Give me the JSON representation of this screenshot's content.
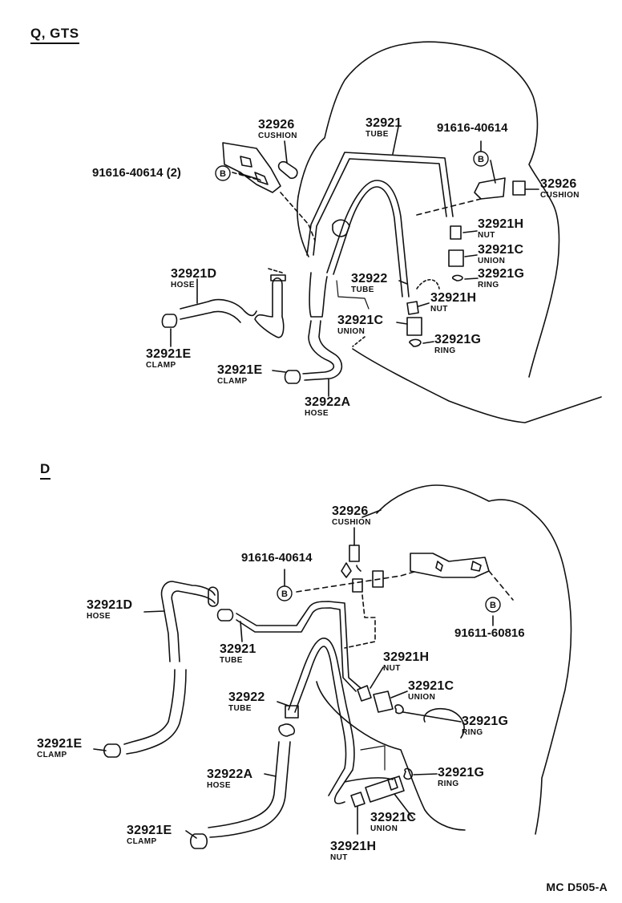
{
  "sections": {
    "top": "Q, GTS",
    "bottom": "D"
  },
  "labels_top": {
    "cushion_a": {
      "num": "32926",
      "name": "CUSHION"
    },
    "bolt_left": "91616-40614 (2)",
    "tube_32921": {
      "num": "32921",
      "name": "TUBE"
    },
    "bolt_right": "91616-40614",
    "cushion_b": {
      "num": "32926",
      "name": "CUSHION"
    },
    "nut_a": {
      "num": "32921H",
      "name": "NUT"
    },
    "union_a": {
      "num": "32921C",
      "name": "UNION"
    },
    "ring_a": {
      "num": "32921G",
      "name": "RING"
    },
    "tube_32922": {
      "num": "32922",
      "name": "TUBE"
    },
    "nut_b": {
      "num": "32921H",
      "name": "NUT"
    },
    "union_b": {
      "num": "32921C",
      "name": "UNION"
    },
    "ring_b": {
      "num": "32921G",
      "name": "RING"
    },
    "hose_d": {
      "num": "32921D",
      "name": "HOSE"
    },
    "clamp_a": {
      "num": "32921E",
      "name": "CLAMP"
    },
    "clamp_b": {
      "num": "32921E",
      "name": "CLAMP"
    },
    "hose_a": {
      "num": "32922A",
      "name": "HOSE"
    }
  },
  "labels_bottom": {
    "cushion": {
      "num": "32926",
      "name": "CUSHION"
    },
    "bolt_a": "91616-40614",
    "bolt_b": "91611-60816",
    "hose_d": {
      "num": "32921D",
      "name": "HOSE"
    },
    "tube_32921": {
      "num": "32921",
      "name": "TUBE"
    },
    "nut_a": {
      "num": "32921H",
      "name": "NUT"
    },
    "union_a": {
      "num": "32921C",
      "name": "UNION"
    },
    "ring_a": {
      "num": "32921G",
      "name": "RING"
    },
    "tube_32922": {
      "num": "32922",
      "name": "TUBE"
    },
    "clamp_a": {
      "num": "32921E",
      "name": "CLAMP"
    },
    "hose_a": {
      "num": "32922A",
      "name": "HOSE"
    },
    "ring_b": {
      "num": "32921G",
      "name": "RING"
    },
    "union_b": {
      "num": "32921C",
      "name": "UNION"
    },
    "clamp_b": {
      "num": "32921E",
      "name": "CLAMP"
    },
    "nut_b": {
      "num": "32921H",
      "name": "NUT"
    }
  },
  "callout_marker": "B",
  "drawing_code": "MC  D505-A"
}
